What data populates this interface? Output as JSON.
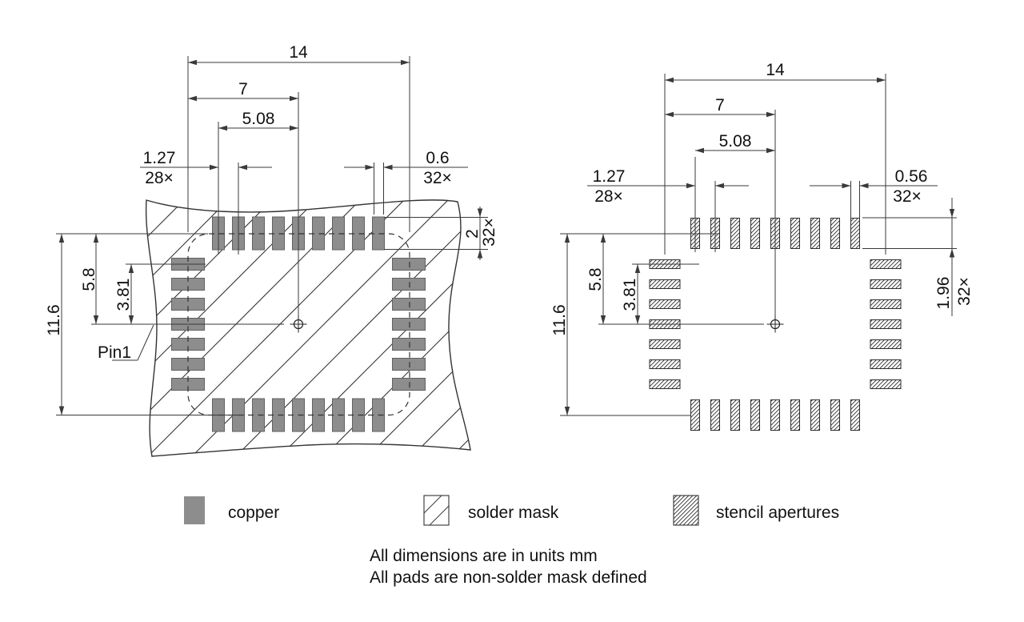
{
  "left_view": {
    "d14": "14",
    "d7": "7",
    "d508": "5.08",
    "d127": "1.27",
    "c28": "28×",
    "d06": "0.6",
    "c32a": "32×",
    "d2": "2",
    "c32b": "32×",
    "d58": "5.8",
    "d381": "3.81",
    "d116": "11.6",
    "pin1": "Pin1"
  },
  "right_view": {
    "d14": "14",
    "d7": "7",
    "d508": "5.08",
    "d127": "1.27",
    "c28": "28×",
    "d056": "0.56",
    "c32a": "32×",
    "d196": "1.96",
    "c32b": "32×",
    "d58": "5.8",
    "d381": "3.81",
    "d116": "11.6"
  },
  "legend": {
    "copper": "copper",
    "solder_mask": "solder mask",
    "stencil_apertures": "stencil apertures"
  },
  "notes": {
    "line1": "All dimensions are in units mm",
    "line2": "All pads are non-solder mask defined"
  },
  "footprint": {
    "pads_top": 9,
    "pads_bottom": 9,
    "pads_left": 7,
    "pads_right": 7,
    "total_pads": 32,
    "pitch_label": "1.27"
  },
  "colors": {
    "copper_fill": "#8d8d8d",
    "copper_border": "#616161",
    "line": "#3a3a3a",
    "hatch": "#2e2e2e",
    "text": "#111111"
  }
}
